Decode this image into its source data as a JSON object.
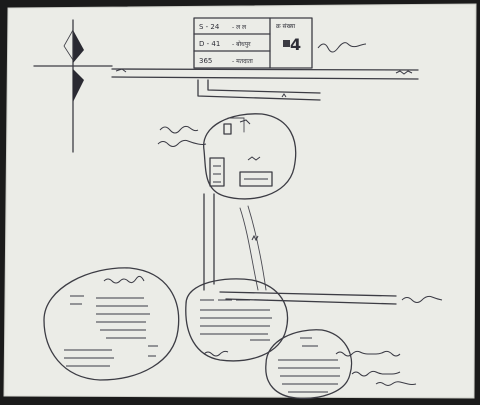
{
  "colors": {
    "frame": "#1b1b1b",
    "paper": "#e9eae4",
    "paper_edge": "#cfd0ca",
    "ink": "#3c3c44"
  },
  "legend": {
    "rows": [
      {
        "value": "S - 24",
        "note": "- ल  ल"
      },
      {
        "value": "D - 41",
        "note": "- बोधपुर"
      },
      {
        "value": "365",
        "note": "- मतदाता"
      }
    ],
    "side_label": "क्र संख्या",
    "number": "4"
  },
  "icons": {
    "compass": "north-arrow-icon"
  }
}
